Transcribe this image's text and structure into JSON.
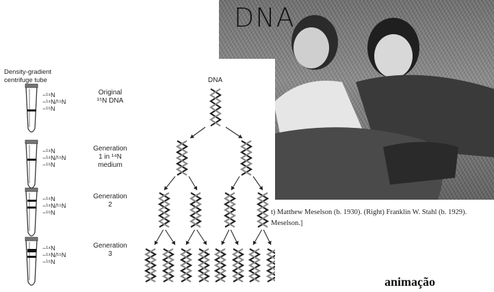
{
  "slide_title": "DNA",
  "photo": {
    "description_icon": "photo-meselson-stahl",
    "caption_line1": "t) Matthew Meselson (b. 1930). (Right) Franklin W. Stahl (b. 1929).",
    "caption_line2": "Meselson.]"
  },
  "diagram": {
    "tube_header_line1": "Density-gradient",
    "tube_header_line2": "centrifuge tube",
    "dna_header": "DNA",
    "band_labels": [
      "−¹⁴N",
      "−¹⁴N/¹⁵N",
      "−¹⁵N"
    ],
    "rows": [
      {
        "label_line1": "Original",
        "label_line2": "¹⁵N DNA",
        "label_line3": ""
      },
      {
        "label_line1": "Generation",
        "label_line2": "1 in ¹⁴N",
        "label_line3": "medium"
      },
      {
        "label_line1": "Generation",
        "label_line2": "2",
        "label_line3": ""
      },
      {
        "label_line1": "Generation",
        "label_line2": "3",
        "label_line3": ""
      }
    ]
  },
  "footer": {
    "link_text": "animação"
  }
}
